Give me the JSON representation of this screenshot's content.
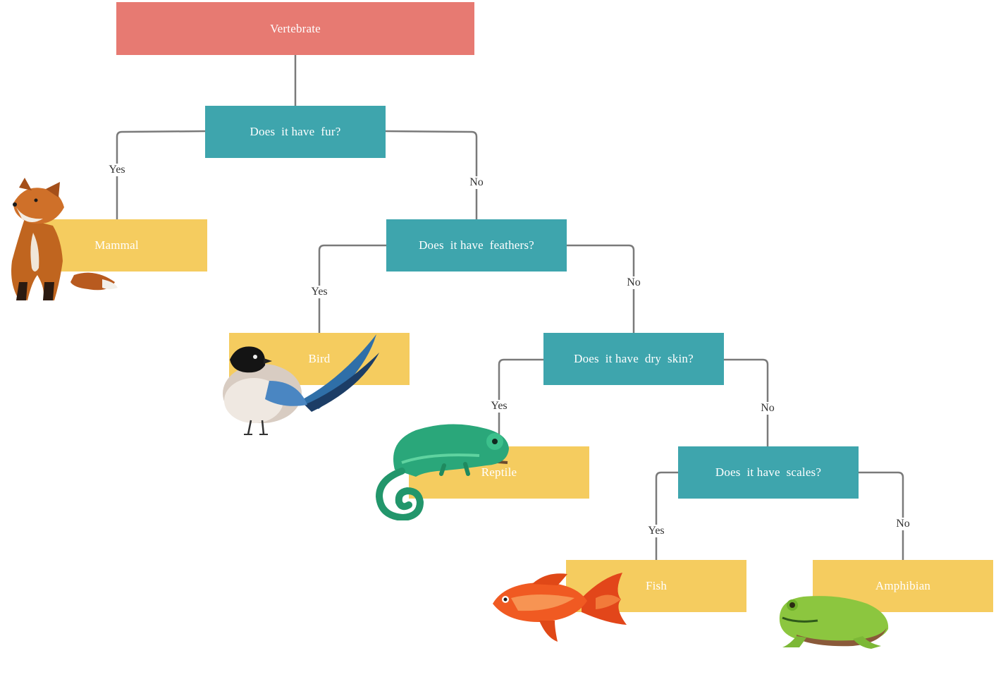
{
  "diagram": {
    "root": "Vertebrate",
    "questions": {
      "fur": "Does  it have  fur?",
      "feathers": "Does  it have  feathers?",
      "dry_skin": "Does  it have  dry  skin?",
      "scales": "Does  it have  scales?"
    },
    "leaves": {
      "mammal": "Mammal",
      "bird": "Bird",
      "reptile": "Reptile",
      "fish": "Fish",
      "amphibian": "Amphibian"
    },
    "edge_labels": {
      "yes": "Yes",
      "no": "No"
    },
    "colors": {
      "root": "#e77a72",
      "question": "#3ea5ad",
      "leaf": "#f5cc5f",
      "connector": "#7a7a7a"
    },
    "illustrations": [
      "fox",
      "magpie-bird",
      "chameleon",
      "goldfish",
      "tree-frog"
    ]
  }
}
